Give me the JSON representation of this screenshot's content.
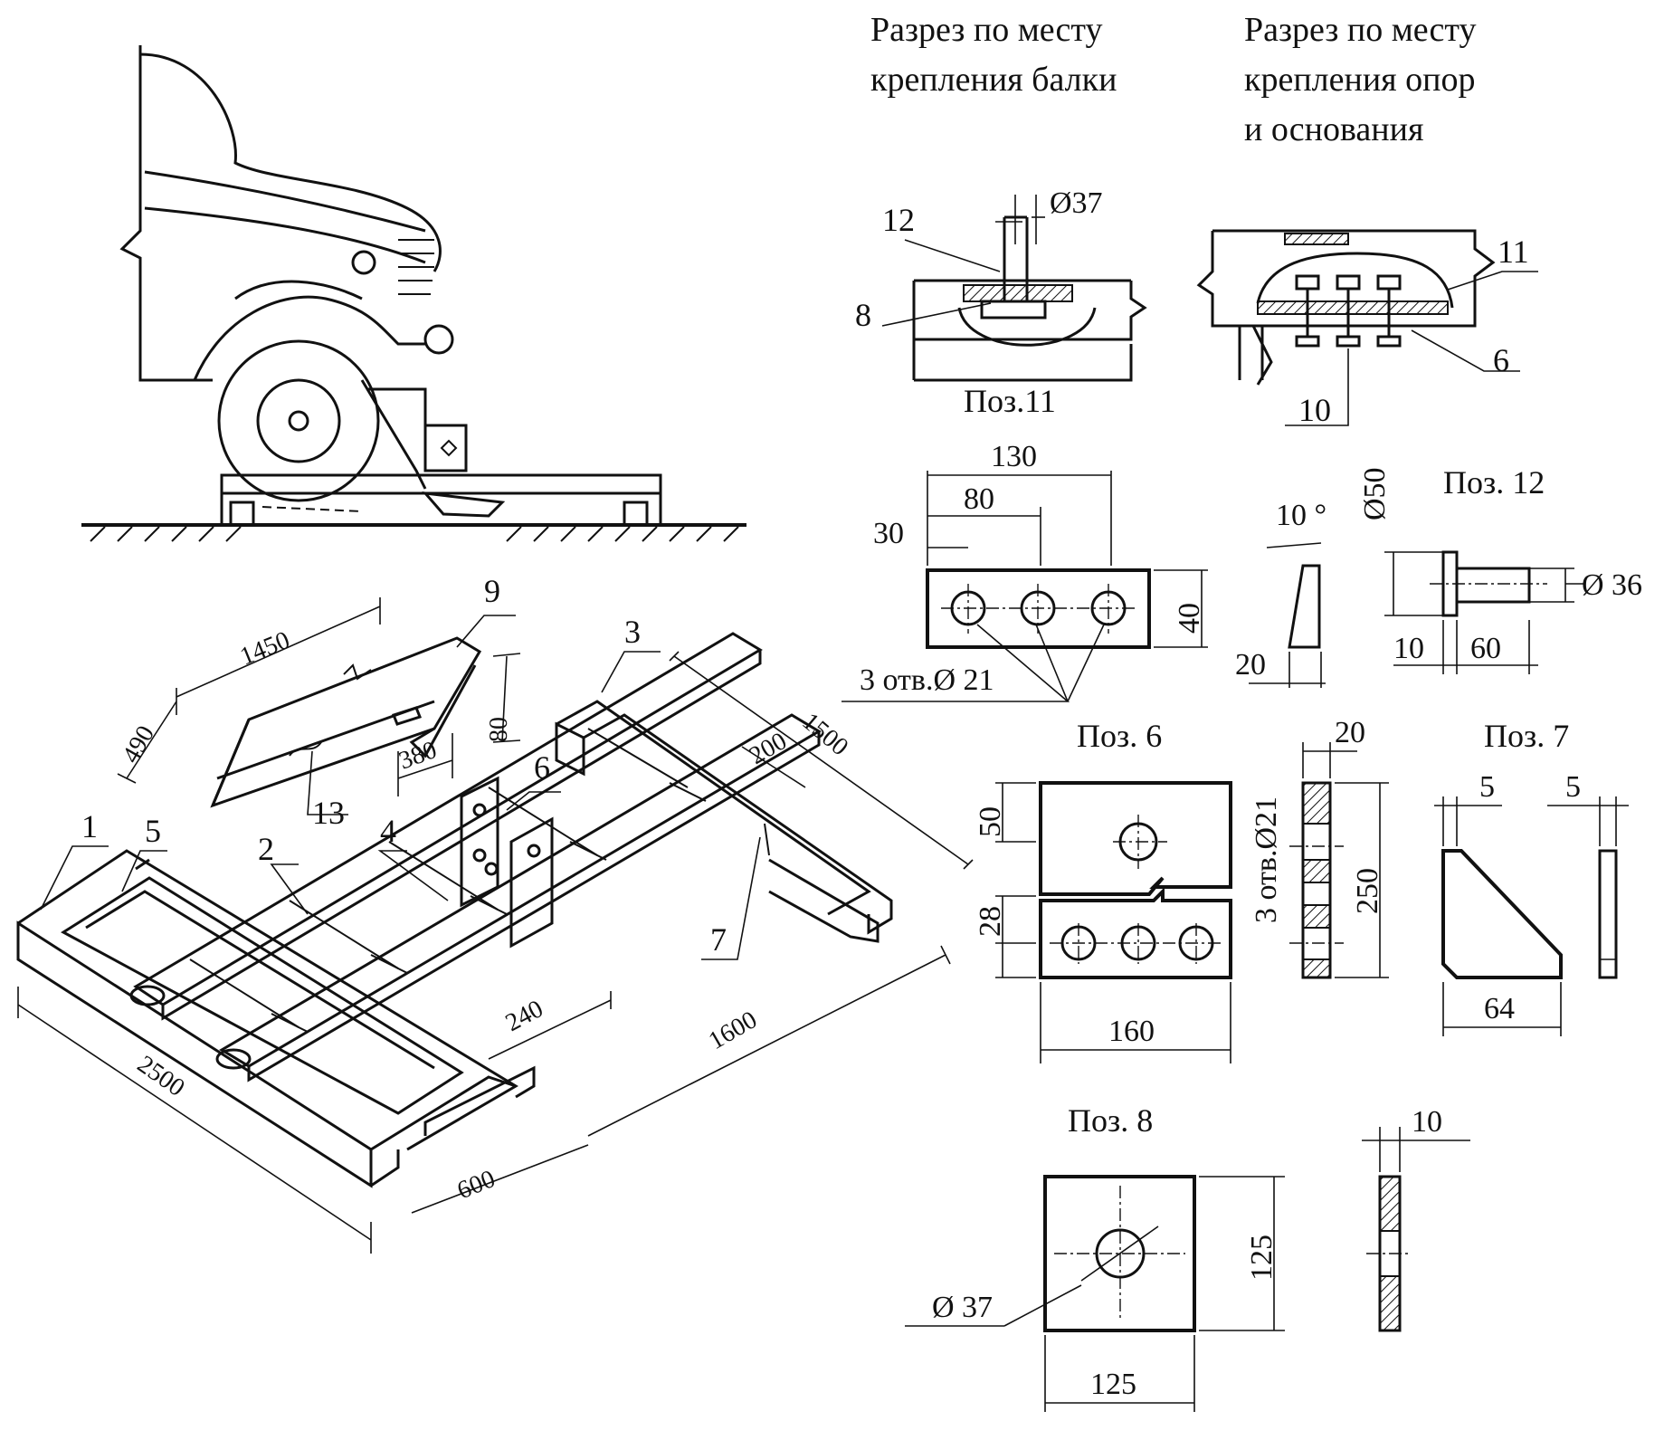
{
  "headers": {
    "section_beam": "Разрез по месту крепления балки",
    "section_beam_l1": "Разрез по месту",
    "section_beam_l2": "крепления балки",
    "section_supports_l1": "Разрез по месту",
    "section_supports_l2": "крепления опор",
    "section_supports_l3": "и основания"
  },
  "positions": {
    "p11": "Поз.11",
    "p12": "Поз. 12",
    "p6": "Поз. 6",
    "p7": "Поз. 7",
    "p8": "Поз. 8"
  },
  "callouts": {
    "c1": "1",
    "c2": "2",
    "c3": "3",
    "c4": "4",
    "c5": "5",
    "c6": "6",
    "c7": "7",
    "c8": "8",
    "c9": "9",
    "c10": "10",
    "c11": "11",
    "c12": "12",
    "c13": "13",
    "s_6": "6",
    "s_8": "8",
    "s_10": "10",
    "s_11": "11",
    "s_12": "12"
  },
  "dimensions": {
    "d1450": "1450",
    "d490": "490",
    "d80": "80",
    "d380": "380",
    "d1500": "1500",
    "d200": "200",
    "d240": "240",
    "d1600": "1600",
    "d2500": "2500",
    "d600": "600",
    "phi37_top": "Ø37",
    "p11_130": "130",
    "p11_80": "80",
    "p11_30": "30",
    "p11_40": "40",
    "p11_holes": "3 отв.Ø 21",
    "wedge_10deg": "10 °",
    "wedge_20": "20",
    "p12_d50": "Ø50",
    "p12_d36": "Ø 36",
    "p12_10": "10",
    "p12_60": "60",
    "p6_50": "50",
    "p6_28": "28",
    "p6_160": "160",
    "p6_20": "20",
    "p6_250": "250",
    "p6_holes": "3 отв.Ø21",
    "p7_5a": "5",
    "p7_5b": "5",
    "p7_64": "64",
    "p8_125v": "125",
    "p8_125h": "125",
    "p8_10": "10",
    "p8_phi37": "Ø 37"
  }
}
